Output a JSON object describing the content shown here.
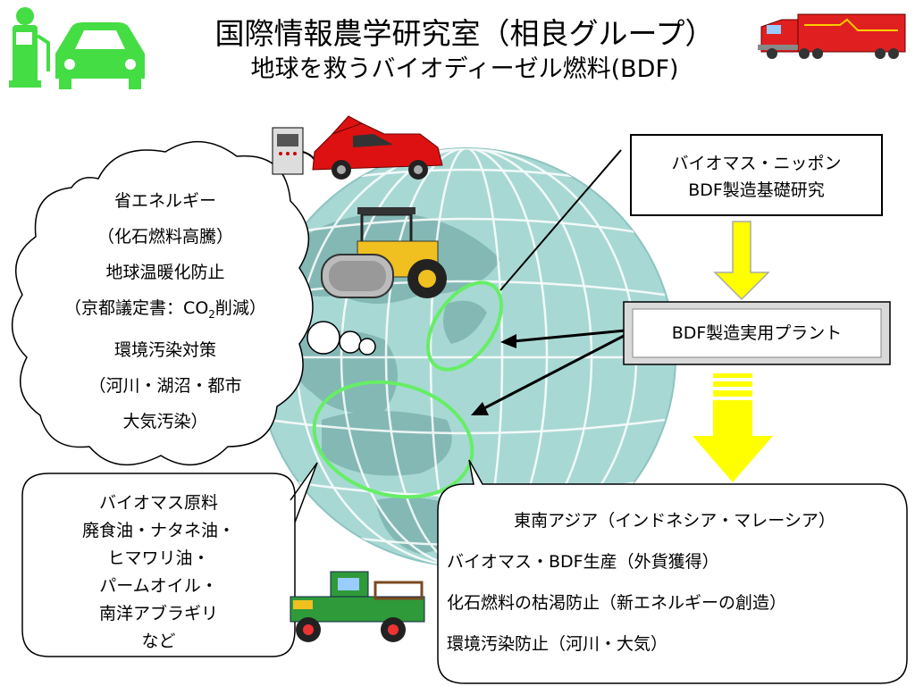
{
  "title": {
    "line1": "国際情報農学研究室（相良グループ）",
    "line2": "地球を救うバイオディーゼル燃料(BDF)"
  },
  "flow": {
    "box_top": [
      "バイオマス・ニッポン",
      "BDF製造基礎研究"
    ],
    "box_mid": "BDF製造実用プラント"
  },
  "cloud": {
    "lines": [
      "省エネルギー",
      "（化石燃料高騰）",
      "地球温暖化防止"
    ],
    "kyoto_prefix": "（京都議定書：CO",
    "kyoto_sub": "2",
    "kyoto_suffix": "削減）",
    "lines2": [
      "環境汚染対策",
      "（河川・湖沼・都市",
      "大気汚染）"
    ]
  },
  "materials": {
    "lines": [
      "バイオマス原料",
      "廃食油・ナタネ油・",
      "ヒマワリ油・",
      "パームオイル・",
      "南洋アブラギリ",
      "など"
    ]
  },
  "southeast_asia": {
    "heading": "東南アジア（インドネシア・マレーシア）",
    "items": [
      "バイオマス・BDF生産（外貨獲得）",
      "化石燃料の枯渇防止（新エネルギーの創造）",
      "環境汚染防止（河川・大気）"
    ]
  },
  "colors": {
    "globe_fill": "#a8d8d4",
    "globe_line": "#ffffff",
    "land": "#7fb5b2",
    "highlight": "#66ee66",
    "arrow_yellow": "#ffff00",
    "fuel_green": "#44dd44",
    "car_red": "#dd1111",
    "truck_red": "#e02020",
    "roller_yellow": "#f0c020",
    "jeep_green": "#2f9a3a"
  },
  "icons": [
    "fuel-pump-icon",
    "green-car-icon",
    "red-truck-icon",
    "gas-station-car-icon",
    "road-roller-icon",
    "farm-truck-icon"
  ]
}
